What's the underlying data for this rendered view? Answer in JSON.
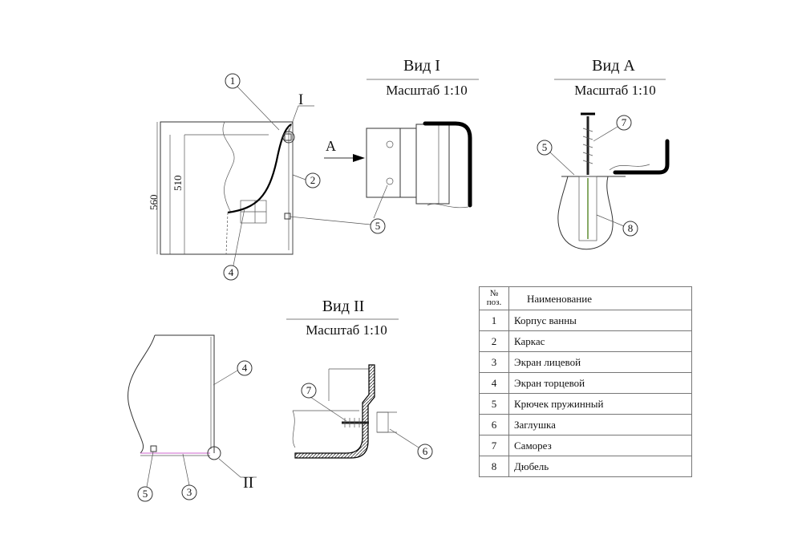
{
  "views": {
    "view1": {
      "title": "Вид I",
      "scale": "Масштаб 1:10"
    },
    "viewA": {
      "title": "Вид А",
      "scale": "Масштаб 1:10"
    },
    "view2": {
      "title": "Вид II",
      "scale": "Масштаб 1:10"
    }
  },
  "dimensions": {
    "height_outer": "560",
    "height_inner": "510"
  },
  "markers": {
    "detail1": "I",
    "detail2": "II",
    "arrowA": "А"
  },
  "callouts": {
    "main": [
      "1",
      "2",
      "4",
      "5"
    ],
    "view1": [
      "5"
    ],
    "viewA": [
      "5",
      "7",
      "8"
    ],
    "bottom": [
      "4",
      "5",
      "3"
    ],
    "view2": [
      "7",
      "6"
    ]
  },
  "spec_table": {
    "header_pos_line1": "№",
    "header_pos_line2": "поз.",
    "header_name": "Наименование",
    "rows": [
      {
        "pos": "1",
        "name": "Корпус ванны"
      },
      {
        "pos": "2",
        "name": "Каркас"
      },
      {
        "pos": "3",
        "name": "Экран лицевой"
      },
      {
        "pos": "4",
        "name": "Экран торцевой"
      },
      {
        "pos": "5",
        "name": "Крючек пружинный"
      },
      {
        "pos": "6",
        "name": "Заглушка"
      },
      {
        "pos": "7",
        "name": "Саморез"
      },
      {
        "pos": "8",
        "name": "Дюбель"
      }
    ]
  }
}
